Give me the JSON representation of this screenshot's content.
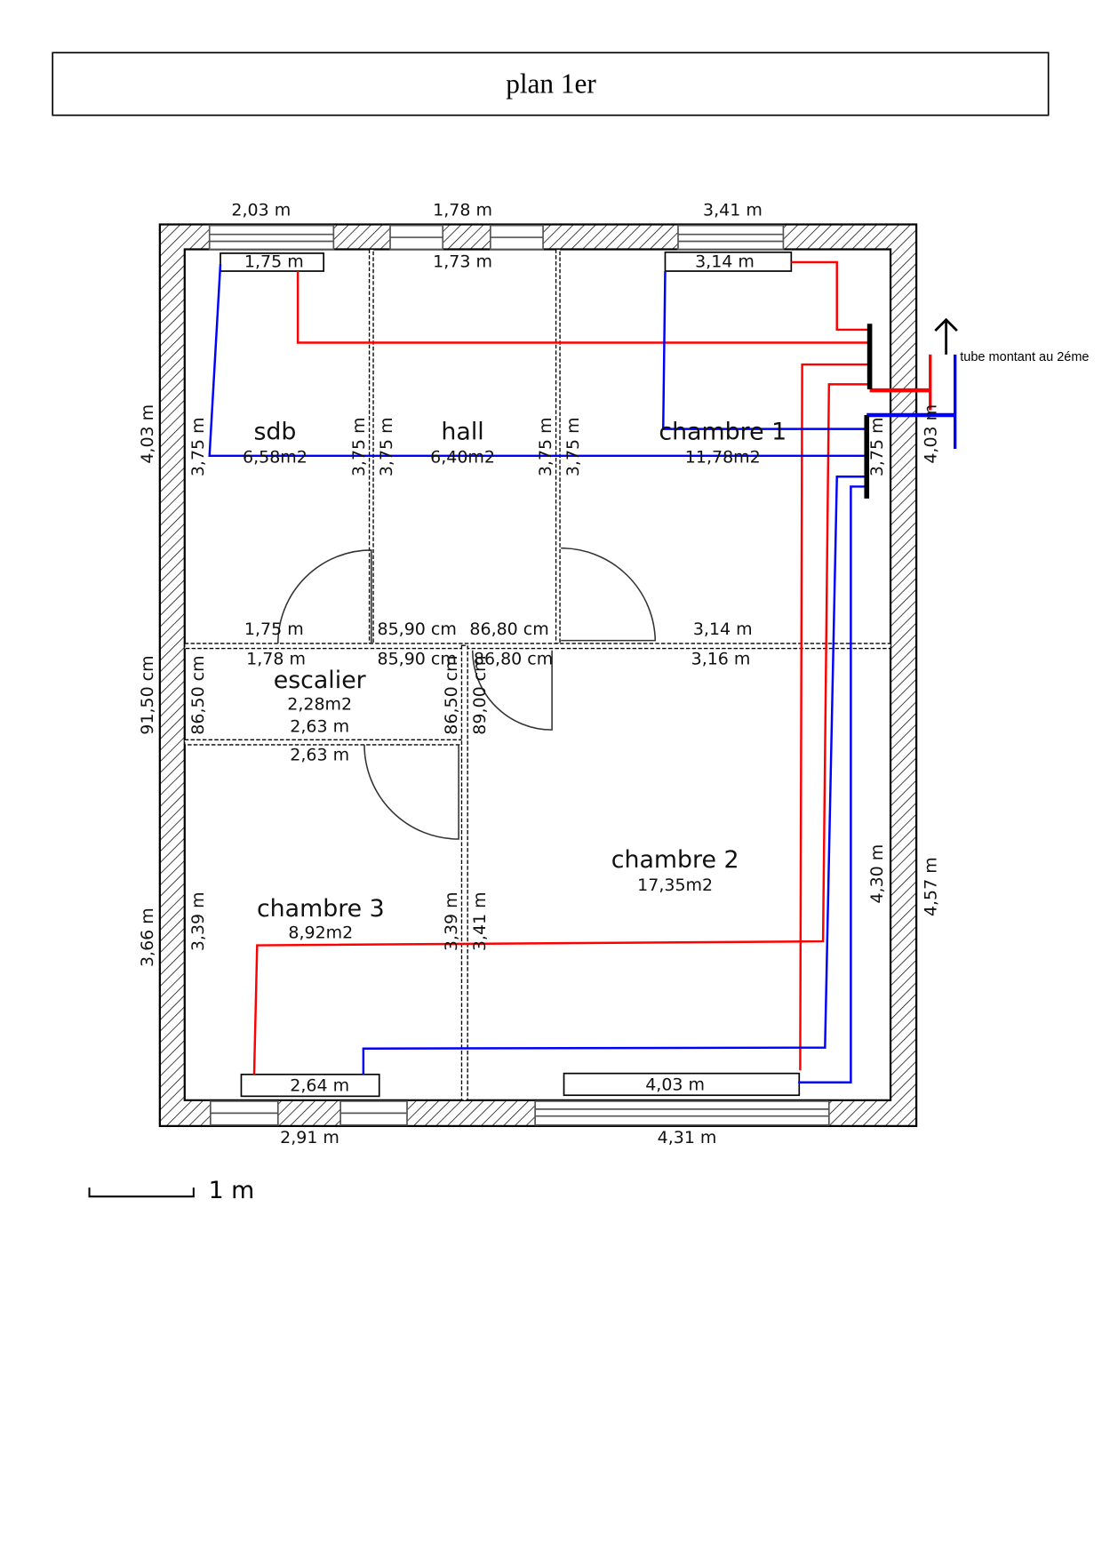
{
  "title": "plan 1er",
  "note": "tube montant au 2éme",
  "scale_label": "1 m",
  "colors": {
    "hot_pipe": "#ff0000",
    "cold_pipe": "#0000ff",
    "wall": "#000000"
  },
  "rooms": [
    {
      "name": "sdb",
      "area": "6,58m2"
    },
    {
      "name": "hall",
      "area": "6,40m2"
    },
    {
      "name": "chambre 1",
      "area": "11,78m2"
    },
    {
      "name": "escalier",
      "area": "2,28m2"
    },
    {
      "name": "chambre 2",
      "area": "17,35m2"
    },
    {
      "name": "chambre 3",
      "area": "8,92m2"
    }
  ],
  "dims": {
    "top_win_1": "2,03 m",
    "top_win_2": "1,78 m",
    "top_win_3": "3,41 m",
    "sdb_top": "1,75 m",
    "hall_top": "1,73 m",
    "ch1_top": "3,14 m",
    "sdb_bottom": "1,75 m",
    "hall_bottom": "85,90 cm",
    "hall_bottom_b": "86,80 cm",
    "ch1_bottom": "3,14 m",
    "esc_top": "1,78 m",
    "esc_top_b": "85,90 cm",
    "ch2_top_a": "86,80 cm",
    "ch2_top": "3,16 m",
    "esc_bottom": "2,63 m",
    "ch3_top": "2,63 m",
    "rad_ch3": "2,64 m",
    "rad_ch2": "4,03 m",
    "bot_win_1": "2,91 m",
    "bot_win_2": "4,31 m",
    "left_outer_1": "4,03 m",
    "left_outer_2": "91,50 cm",
    "left_outer_3": "3,66 m",
    "sdb_left": "3,75 m",
    "sdb_right": "3,75 m",
    "hall_left": "3,75 m",
    "hall_right": "3,75 m",
    "ch1_left": "3,75 m",
    "ch1_right": "3,75 m",
    "right_outer_1": "4,03 m",
    "esc_left": "86,50 cm",
    "esc_right": "86,50 cm",
    "ch2_left_a": "89,00 cm",
    "ch3_left": "3,39 m",
    "ch3_right": "3,39 m",
    "ch2_left": "3,41 m",
    "ch2_right": "4,30 m",
    "right_outer_2": "4,57 m"
  }
}
